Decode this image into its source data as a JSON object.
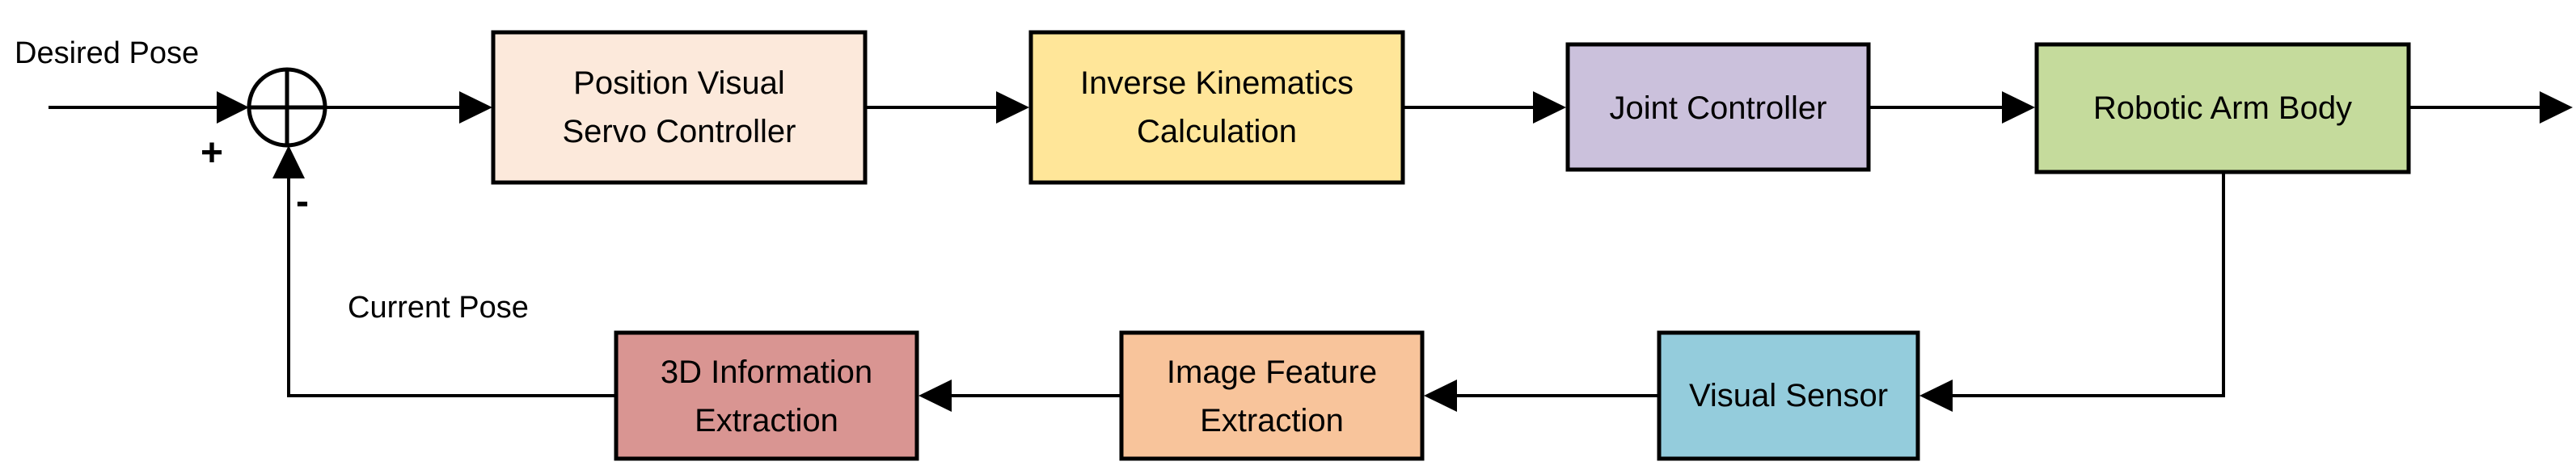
{
  "labels": {
    "desired_pose": "Desired Pose",
    "current_pose": "Current Pose",
    "plus_sign": "+",
    "minus_sign": "-"
  },
  "blocks": {
    "position_controller": {
      "line1": "Position Visual",
      "line2": "Servo Controller",
      "color": "#FCE9DB"
    },
    "inverse_kinematics": {
      "line1": "Inverse Kinematics",
      "line2": "Calculation",
      "color": "#FFE699"
    },
    "joint_controller": {
      "line1": "Joint Controller",
      "color": "#CBC1DC"
    },
    "robotic_arm": {
      "line1": "Robotic Arm Body",
      "color": "#C5DB9C"
    },
    "visual_sensor": {
      "line1": "Visual Sensor",
      "color": "#94CCDC"
    },
    "image_feature": {
      "line1": "Image Feature",
      "line2": "Extraction",
      "color": "#F8C49B"
    },
    "info_3d": {
      "line1": "3D Information",
      "line2": "Extraction",
      "color": "#D99592"
    }
  }
}
